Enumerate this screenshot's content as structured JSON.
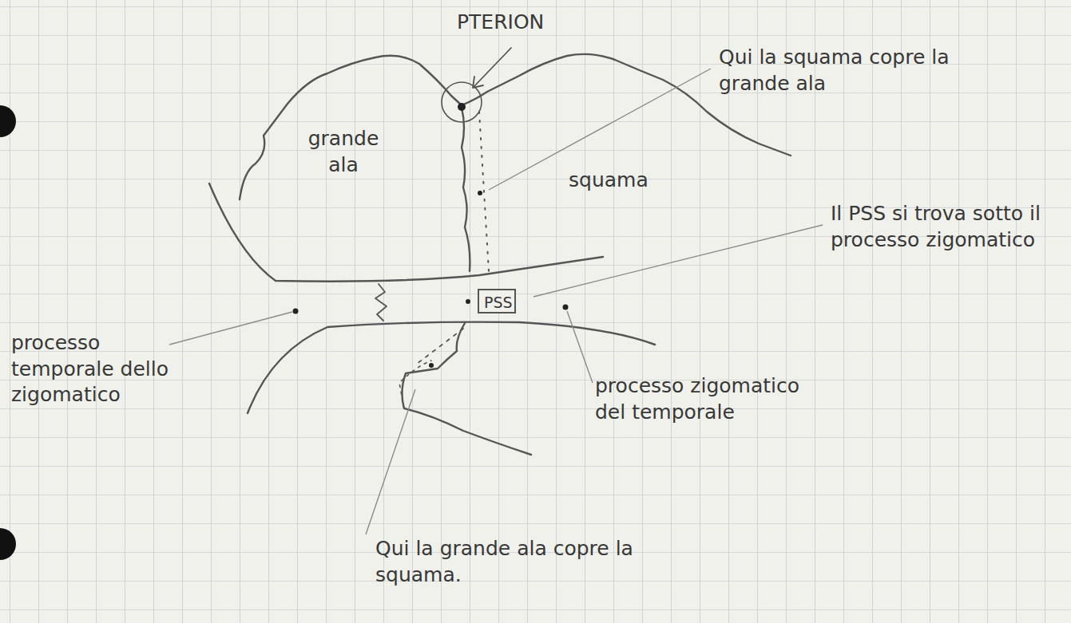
{
  "diagram": {
    "nodes": [
      {
        "text": [
          "PSS"
        ]
      }
    ],
    "labels": [
      "PTERION",
      "Qui la squama copre la grande ala",
      "grande ala",
      "squama",
      "Il PSS si trova sotto il processo zigomatico",
      "processo temporale dello zigomatico",
      "processo zigomatico del temporale",
      "Qui la grande ala copre la squama."
    ]
  }
}
